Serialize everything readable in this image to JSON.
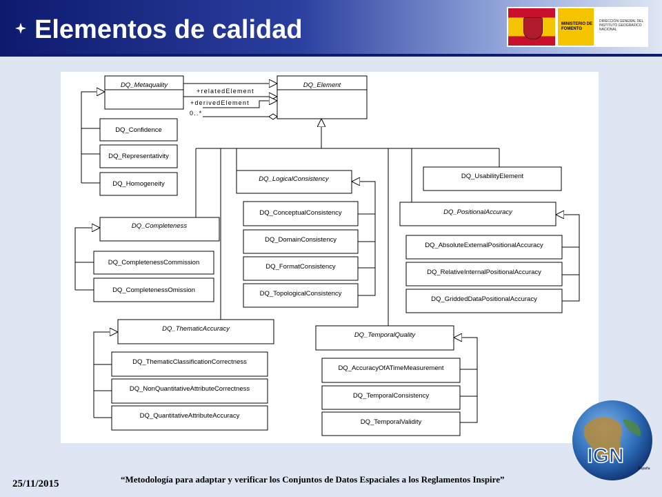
{
  "slide": {
    "title": "Elementos de calidad",
    "date": "25/11/2015",
    "footer": "“Metodología para adaptar y verificar los Conjuntos de Datos Espaciales a los Reglamentos Inspire”"
  },
  "logos": {
    "ministry": "MINISTERIO DE FOMENTO",
    "ign": "DIRECCIÓN GENERAL DEL INSTITUTO GEOGRÁFICO NACIONAL",
    "ign_short": "IGN",
    "ign_country": "España"
  },
  "diagram": {
    "labels": {
      "related": "+relatedElement",
      "derived": "+derivedElement",
      "multiplicity": "0..*"
    },
    "classes": {
      "metaquality": "DQ_Metaquality",
      "element": "DQ_Element",
      "confidence": "DQ_Confidence",
      "representativity": "DQ_Representativity",
      "homogeneity": "DQ_Homogeneity",
      "completeness": "DQ_Completeness",
      "commission": "DQ_CompletenessCommission",
      "omission": "DQ_CompletenessOmission",
      "logical": "DQ_LogicalConsistency",
      "conceptual": "DQ_ConceptualConsistency",
      "domain": "DQ_DomainConsistency",
      "format": "DQ_FormatConsistency",
      "topological": "DQ_TopologicalConsistency",
      "usability": "DQ_UsabilityElement",
      "positional": "DQ_PositionalAccuracy",
      "absolute": "DQ_AbsoluteExternalPositionalAccuracy",
      "relative": "DQ_RelativeInternalPositionalAccuracy",
      "gridded": "DQ_GriddedDataPositionalAccuracy",
      "thematic": "DQ_ThematicAccuracy",
      "classification": "DQ_ThematicClassificationCorrectness",
      "nonquant": "DQ_NonQuantitativeAttributeCorrectness",
      "quant": "DQ_QuantitativeAttributeAccuracy",
      "temporal": "DQ_TemporalQuality",
      "timemeas": "DQ_AccuracyOfATimeMeasurement",
      "tempcons": "DQ_TemporalConsistency",
      "tempvalid": "DQ_TemporalValidity"
    }
  },
  "colors": {
    "header_dark": "#0d1a6e",
    "background": "#dfe6f3",
    "diagram_bg": "#ffffff",
    "flag_red": "#c8102e",
    "flag_yellow": "#f5c400"
  }
}
